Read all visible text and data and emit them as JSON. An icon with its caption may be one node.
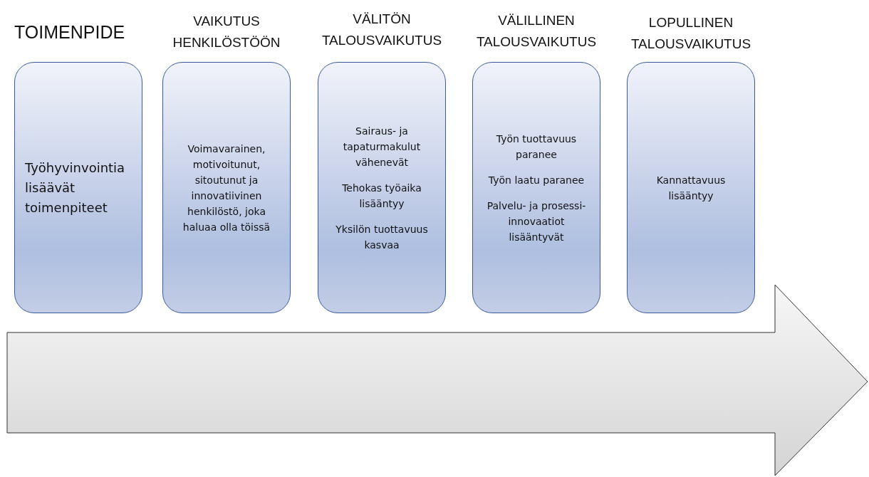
{
  "diagram": {
    "nodes": [
      {
        "text": [
          "TOIMENPIDE",
          "Työhyvinvointia lisäävät toimenpiteet"
        ]
      },
      {
        "text": [
          "VAIKUTUS HENKILÖSTÖÖN",
          "Voimavarainen, motivoitunut, sitoutunut ja innovatiivinen henkilöstö, joka haluaa olla töissä"
        ]
      },
      {
        "text": [
          "VÄLITÖN TALOUSVAIKUTUS",
          "Sairaus- ja tapaturmakulut vähenevät",
          "Tehokas työaika lisääntyy",
          "Yksilön tuottavuus kasvaa"
        ]
      },
      {
        "text": [
          "VÄLILLINEN TALOUSVAIKUTUS",
          "Työn tuottavuus paranee",
          "Työn laatu paranee",
          "Palvelu- ja prosessi- innovaatiot lisääntyvät"
        ]
      },
      {
        "text": [
          "LOPULLINEN TALOUSVAIKUTUS",
          "Kannattavuus lisääntyy"
        ]
      }
    ]
  }
}
